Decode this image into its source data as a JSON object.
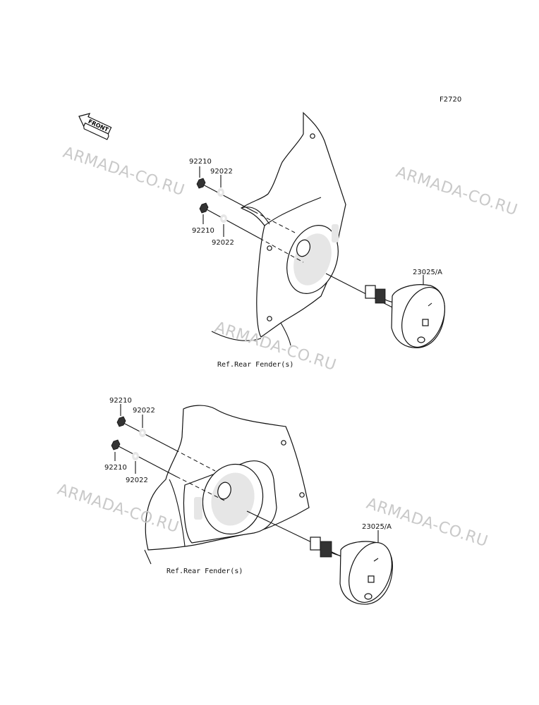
{
  "figure_code": "F2720",
  "front_label": "FRONT",
  "watermark": "ARMADA-CO.RU",
  "top": {
    "labels": {
      "nut_upper": "92210",
      "washer_upper": "92022",
      "nut_lower": "92210",
      "washer_lower": "92022",
      "light": "23025/A",
      "ref": "Ref.Rear Fender(s)"
    }
  },
  "bottom": {
    "labels": {
      "nut_upper": "92210",
      "washer_upper": "92022",
      "nut_lower": "92210",
      "washer_lower": "92022",
      "light": "23025/A",
      "ref": "Ref.Rear Fender(s)"
    }
  },
  "colors": {
    "line": "#111111",
    "watermark": "#c9c9c9",
    "background": "#ffffff"
  }
}
